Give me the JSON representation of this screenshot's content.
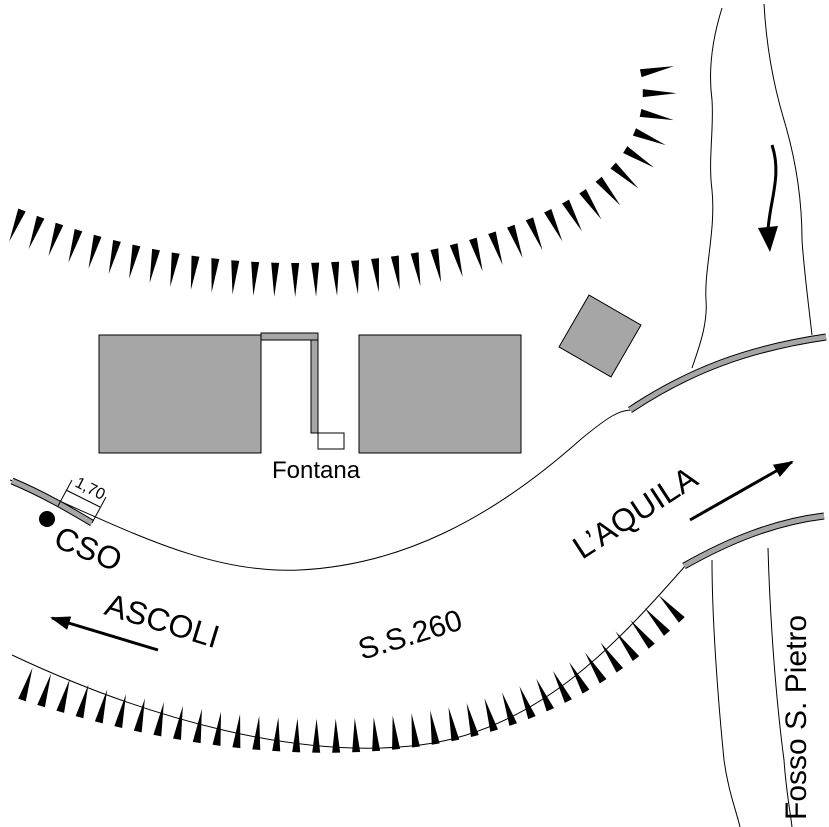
{
  "labels": {
    "fontana": "Fontana",
    "width": "1,70",
    "cso": "CSO",
    "ascoli": "ASCOLI",
    "aquila": "L’AQUILA",
    "road": "S.S.260",
    "fosso": "Fosso S. Pietro"
  },
  "colors": {
    "building": "#a6a6a6",
    "line": "#000000",
    "background": "#ffffff"
  },
  "icons": {
    "slope": "triangle-hachure",
    "direction": "arrow",
    "point": "filled-circle"
  }
}
